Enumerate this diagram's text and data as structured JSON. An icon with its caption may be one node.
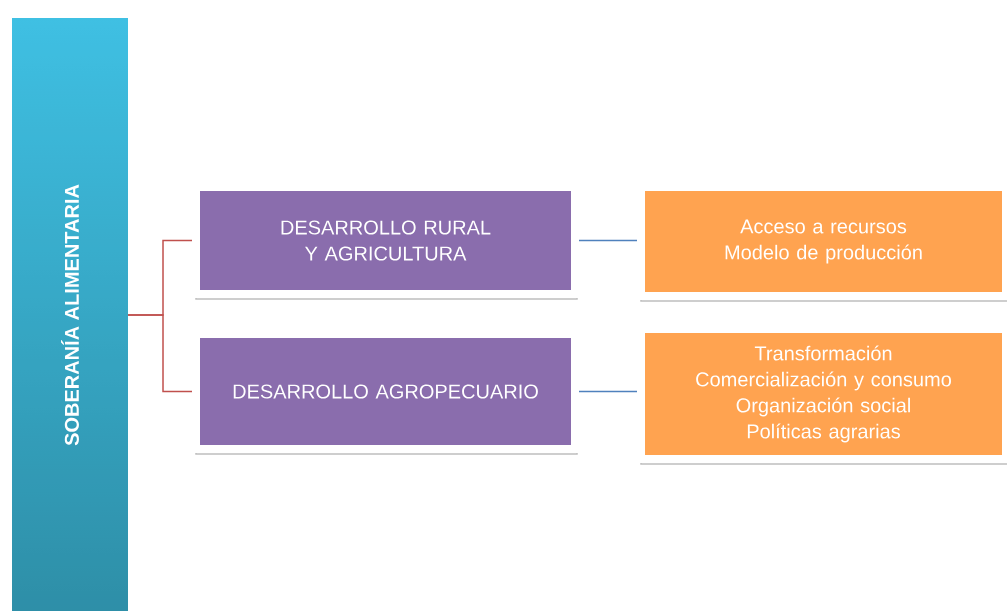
{
  "diagram": {
    "nodes": [
      {
        "text": [
          "SOBERANÍA  ALIMENTARIA"
        ]
      },
      {
        "text": [
          "DESARROLLO RURAL Y AGRICULTURA"
        ]
      },
      {
        "text": [
          "DESARROLLO AGROPECUARIO"
        ]
      },
      {
        "text": [
          "Acceso a recursos",
          "Modelo de producción"
        ]
      },
      {
        "text": [
          "Transformación",
          "Comercialización y consumo",
          "Organización social",
          "Políticas agrarias"
        ]
      }
    ],
    "edges": [
      {
        "from": 0,
        "to": 1,
        "arrow": "none",
        "color": "#c0504d"
      },
      {
        "from": 0,
        "to": 2,
        "arrow": "none",
        "color": "#c0504d"
      },
      {
        "from": 1,
        "to": 3,
        "arrow": "none",
        "color": "#4f81bd"
      },
      {
        "from": 2,
        "to": 4,
        "arrow": "none",
        "color": "#4f81bd"
      }
    ]
  }
}
